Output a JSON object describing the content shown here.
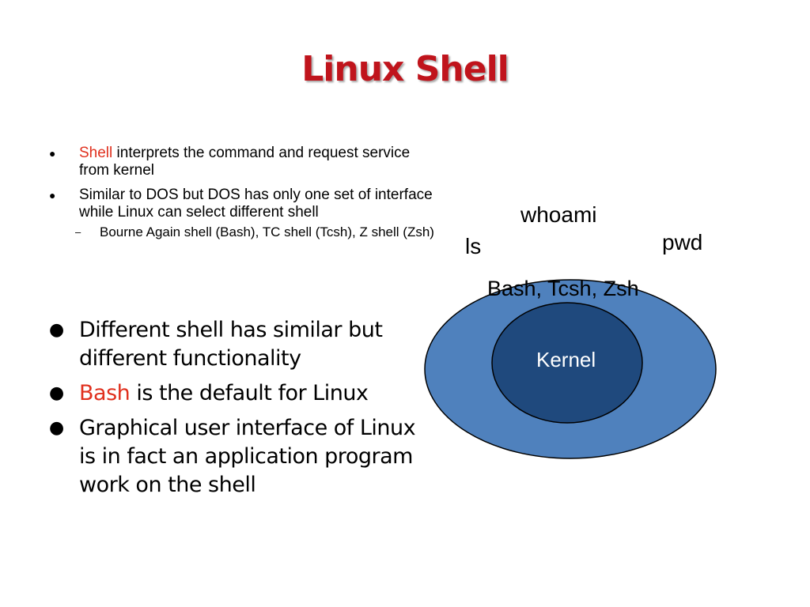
{
  "title": "Linux Shell",
  "top_bullets": [
    {
      "highlight": "Shell",
      "text": " interprets the command and request service from kernel"
    },
    {
      "highlight": "",
      "text": "Similar to DOS but DOS has only one set of interface while Linux can select different shell"
    }
  ],
  "sub_bullets": [
    {
      "text": "Bourne Again shell (Bash), TC shell (Tcsh), Z shell (Zsh)"
    }
  ],
  "bottom_bullets": [
    {
      "highlight": "",
      "text": "Different shell has similar but different functionality"
    },
    {
      "highlight": "Bash",
      "text": " is the default for Linux"
    },
    {
      "highlight": "",
      "text": "Graphical user interface of Linux is in fact an application program work on the shell"
    }
  ],
  "diagram": {
    "commands": {
      "whoami": "whoami",
      "ls": "ls",
      "pwd": "pwd"
    },
    "shell_layer": "Bash, Tcsh, Zsh",
    "kernel_layer": "Kernel"
  },
  "colors": {
    "title": "#c0141c",
    "highlight": "#e0301e",
    "outer_ellipse": "#4f81bd",
    "inner_ellipse": "#1f497d",
    "outline": "#000000"
  }
}
